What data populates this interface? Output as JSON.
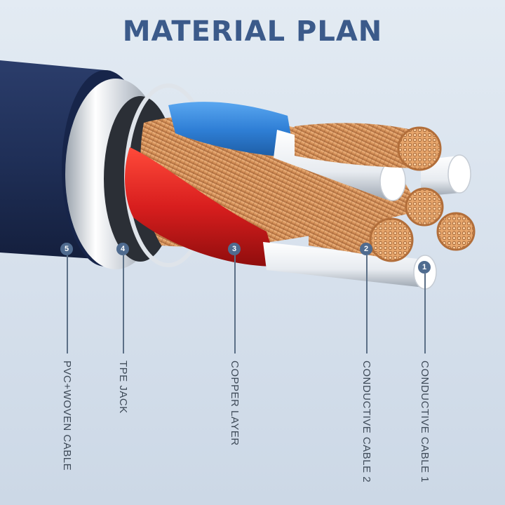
{
  "title": "MATERIAL PLAN",
  "colors": {
    "title": "#3b5a8a",
    "jacket": "#1f2f57",
    "copper": "#d7935a",
    "red_insulation": "#d81e1e",
    "blue_insulation": "#2f7fd6",
    "badge": "#4f6b8f"
  },
  "callouts": [
    {
      "number": "1",
      "label": "CONDUCTIVE CABLE 1"
    },
    {
      "number": "2",
      "label": "CONDUCTIVE CABLE 2"
    },
    {
      "number": "3",
      "label": "COPPER LAYER"
    },
    {
      "number": "4",
      "label": "TPE JACK"
    },
    {
      "number": "5",
      "label": "PVC+WOVEN CABLE"
    }
  ]
}
